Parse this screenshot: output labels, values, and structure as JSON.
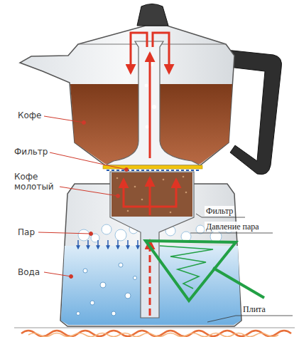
{
  "diagram": {
    "labels": [
      "Кофе",
      "Фильтр",
      "Кофе молотый",
      "Пар",
      "Вода",
      "Фильтр",
      "Давление пара",
      "Плита"
    ]
  }
}
